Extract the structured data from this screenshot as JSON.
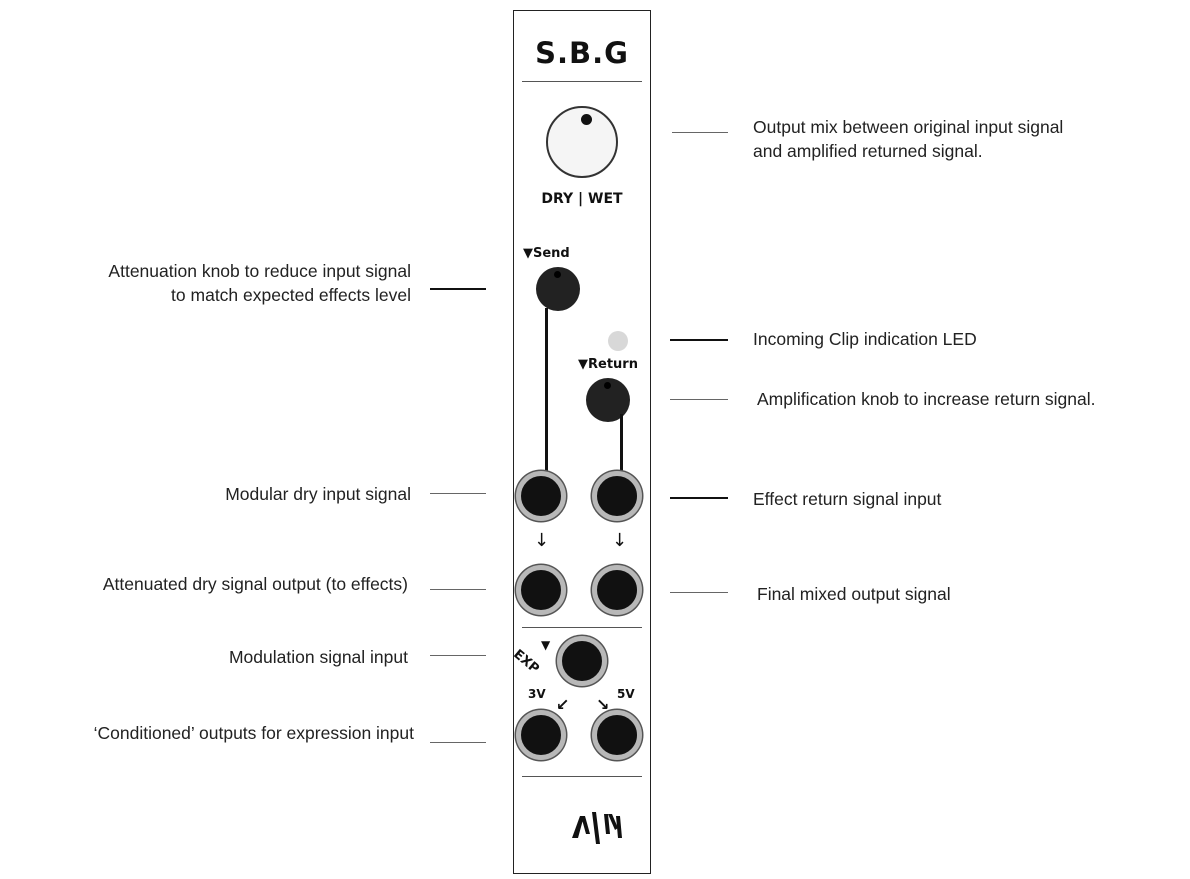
{
  "module": {
    "title": "S.B.G",
    "mix_label": "DRY | WET",
    "send_label": "▼Send",
    "return_label": "▼Return",
    "exp_label": "EXP",
    "exp_marker": "▼",
    "v3_label": "3V",
    "v5_label": "5V",
    "down_arrow": "↓",
    "curve_left_arrow": "↙",
    "curve_right_arrow": "↘"
  },
  "callouts": {
    "mix": [
      "Output mix between original input signal",
      "and amplified returned signal."
    ],
    "send": [
      "Attenuation knob to reduce input signal",
      "to match expected effects level"
    ],
    "clip_led": "Incoming Clip indication LED",
    "return": "Amplification knob to increase return signal.",
    "dry_input": "Modular dry input signal",
    "effect_return": "Effect return signal input",
    "attenuated_out": "Attenuated dry signal output (to effects)",
    "final_out": "Final mixed output signal",
    "modulation_in": "Modulation signal input",
    "conditioned_out": "‘Conditioned’ outputs for expression input"
  }
}
